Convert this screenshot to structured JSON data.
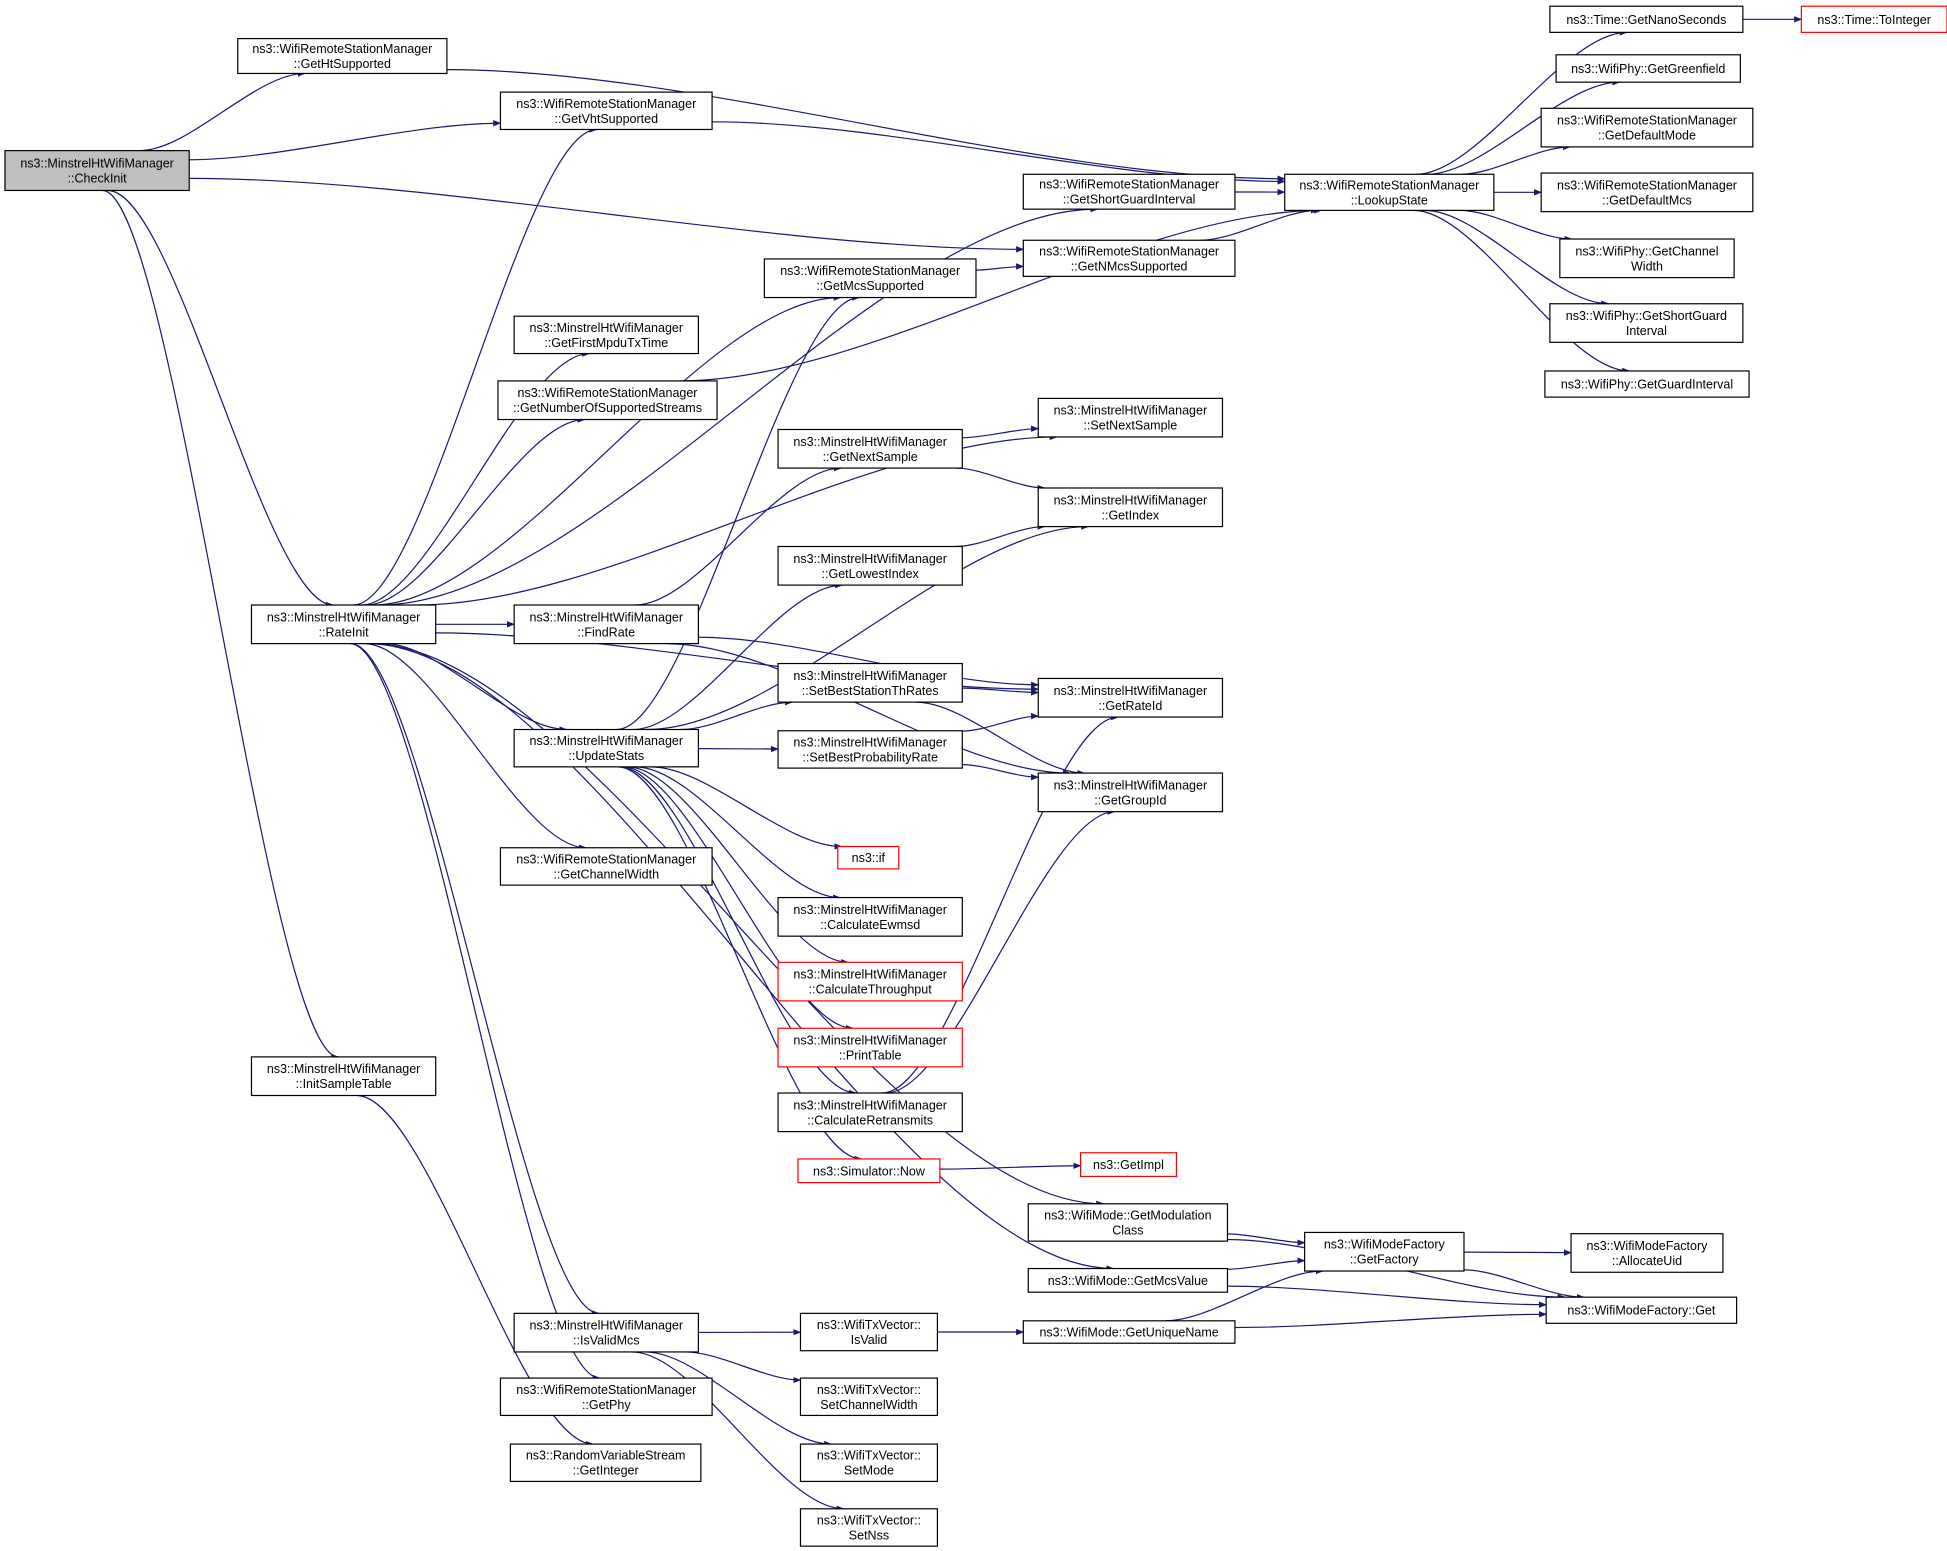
{
  "nodes": [
    {
      "id": "checkinit",
      "name": "node-checkinit",
      "lines": [
        "ns3::MinstrelHtWifiManager",
        "::CheckInit"
      ],
      "style": "root"
    },
    {
      "id": "getht",
      "name": "node-getht-supported",
      "lines": [
        "ns3::WifiRemoteStationManager",
        "::GetHtSupported"
      ]
    },
    {
      "id": "getvht",
      "name": "node-getvht-supported",
      "lines": [
        "ns3::WifiRemoteStationManager",
        "::GetVhtSupported"
      ]
    },
    {
      "id": "getsgi",
      "name": "node-getshortguardinterval",
      "lines": [
        "ns3::WifiRemoteStationManager",
        "::GetShortGuardInterval"
      ]
    },
    {
      "id": "lookup",
      "name": "node-lookupstate",
      "lines": [
        "ns3::WifiRemoteStationManager",
        "::LookupState"
      ]
    },
    {
      "id": "getnmcs",
      "name": "node-getnmcs-supported",
      "lines": [
        "ns3::WifiRemoteStationManager",
        "::GetNMcsSupported"
      ]
    },
    {
      "id": "getmcs",
      "name": "node-getmcs-supported",
      "lines": [
        "ns3::WifiRemoteStationManager",
        "::GetMcsSupported"
      ]
    },
    {
      "id": "getfirst",
      "name": "node-getfirstmpdutxtime",
      "lines": [
        "ns3::MinstrelHtWifiManager",
        "::GetFirstMpduTxTime"
      ]
    },
    {
      "id": "getnumstreams",
      "name": "node-getnumberofsupportedstreams",
      "lines": [
        "ns3::WifiRemoteStationManager",
        "::GetNumberOfSupportedStreams"
      ]
    },
    {
      "id": "setnext",
      "name": "node-setnextsample",
      "lines": [
        "ns3::MinstrelHtWifiManager",
        "::SetNextSample"
      ]
    },
    {
      "id": "getnext",
      "name": "node-getnextsample",
      "lines": [
        "ns3::MinstrelHtWifiManager",
        "::GetNextSample"
      ]
    },
    {
      "id": "getindex",
      "name": "node-getindex",
      "lines": [
        "ns3::MinstrelHtWifiManager",
        "::GetIndex"
      ]
    },
    {
      "id": "getlowest",
      "name": "node-getlowestindex",
      "lines": [
        "ns3::MinstrelHtWifiManager",
        "::GetLowestIndex"
      ]
    },
    {
      "id": "rateinit",
      "name": "node-rateinit",
      "lines": [
        "ns3::MinstrelHtWifiManager",
        "::RateInit"
      ]
    },
    {
      "id": "findrate",
      "name": "node-findrate",
      "lines": [
        "ns3::MinstrelHtWifiManager",
        "::FindRate"
      ]
    },
    {
      "id": "setbestth",
      "name": "node-setbeststationthrates",
      "lines": [
        "ns3::MinstrelHtWifiManager",
        "::SetBestStationThRates"
      ]
    },
    {
      "id": "getrateid",
      "name": "node-getrateid",
      "lines": [
        "ns3::MinstrelHtWifiManager",
        "::GetRateId"
      ]
    },
    {
      "id": "updatestats",
      "name": "node-updatestats",
      "lines": [
        "ns3::MinstrelHtWifiManager",
        "::UpdateStats"
      ]
    },
    {
      "id": "setbestprob",
      "name": "node-setbestprobabilityrate",
      "lines": [
        "ns3::MinstrelHtWifiManager",
        "::SetBestProbabilityRate"
      ]
    },
    {
      "id": "getgroupid",
      "name": "node-getgroupid",
      "lines": [
        "ns3::MinstrelHtWifiManager",
        "::GetGroupId"
      ]
    },
    {
      "id": "if",
      "name": "node-if",
      "lines": [
        "ns3::if"
      ],
      "style": "trunc"
    },
    {
      "id": "getchwidth",
      "name": "node-getchannelwidth",
      "lines": [
        "ns3::WifiRemoteStationManager",
        "::GetChannelWidth"
      ]
    },
    {
      "id": "ewmsd",
      "name": "node-calculateewmsd",
      "lines": [
        "ns3::MinstrelHtWifiManager",
        "::CalculateEwmsd"
      ]
    },
    {
      "id": "throughput",
      "name": "node-calculatethroughput",
      "lines": [
        "ns3::MinstrelHtWifiManager",
        "::CalculateThroughput"
      ],
      "style": "trunc"
    },
    {
      "id": "printtable",
      "name": "node-printtable",
      "lines": [
        "ns3::MinstrelHtWifiManager",
        "::PrintTable"
      ],
      "style": "trunc"
    },
    {
      "id": "retransmits",
      "name": "node-calculateretransmits",
      "lines": [
        "ns3::MinstrelHtWifiManager",
        "::CalculateRetransmits"
      ]
    },
    {
      "id": "initsample",
      "name": "node-initsampletable",
      "lines": [
        "ns3::MinstrelHtWifiManager",
        "::InitSampleTable"
      ]
    },
    {
      "id": "simnow",
      "name": "node-simulator-now",
      "lines": [
        "ns3::Simulator::Now"
      ],
      "style": "trunc"
    },
    {
      "id": "getimpl",
      "name": "node-getimpl",
      "lines": [
        "ns3::GetImpl"
      ],
      "style": "trunc"
    },
    {
      "id": "getmodclass",
      "name": "node-getmodulationclass",
      "lines": [
        "ns3::WifiMode::GetModulation",
        "Class"
      ]
    },
    {
      "id": "getfactory",
      "name": "node-getfactory",
      "lines": [
        "ns3::WifiModeFactory",
        "::GetFactory"
      ]
    },
    {
      "id": "allocuid",
      "name": "node-allocateuid",
      "lines": [
        "ns3::WifiModeFactory",
        "::AllocateUid"
      ]
    },
    {
      "id": "getmcsvalue",
      "name": "node-getmcsvalue",
      "lines": [
        "ns3::WifiMode::GetMcsValue"
      ]
    },
    {
      "id": "factoryget",
      "name": "node-wifimodefactory-get",
      "lines": [
        "ns3::WifiModeFactory::Get"
      ]
    },
    {
      "id": "isvalidmcs",
      "name": "node-isvalidmcs",
      "lines": [
        "ns3::MinstrelHtWifiManager",
        "::IsValidMcs"
      ]
    },
    {
      "id": "isvalid",
      "name": "node-txvector-isvalid",
      "lines": [
        "ns3::WifiTxVector::",
        "IsValid"
      ]
    },
    {
      "id": "getuniquename",
      "name": "node-getuniquename",
      "lines": [
        "ns3::WifiMode::GetUniqueName"
      ]
    },
    {
      "id": "getphy",
      "name": "node-getphy",
      "lines": [
        "ns3::WifiRemoteStationManager",
        "::GetPhy"
      ]
    },
    {
      "id": "setchwidth",
      "name": "node-txvector-setchannelwidth",
      "lines": [
        "ns3::WifiTxVector::",
        "SetChannelWidth"
      ]
    },
    {
      "id": "getinteger",
      "name": "node-getinteger",
      "lines": [
        "ns3::RandomVariableStream",
        "::GetInteger"
      ]
    },
    {
      "id": "setmode",
      "name": "node-txvector-setmode",
      "lines": [
        "ns3::WifiTxVector::",
        "SetMode"
      ]
    },
    {
      "id": "setnss",
      "name": "node-txvector-setnss",
      "lines": [
        "ns3::WifiTxVector::",
        "SetNss"
      ]
    },
    {
      "id": "getnanosec",
      "name": "node-getnanoseconds",
      "lines": [
        "ns3::Time::GetNanoSeconds"
      ]
    },
    {
      "id": "tointeger",
      "name": "node-tointeger",
      "lines": [
        "ns3::Time::ToInteger"
      ],
      "style": "trunc"
    },
    {
      "id": "getgreenfield",
      "name": "node-getgreenfield",
      "lines": [
        "ns3::WifiPhy::GetGreenfield"
      ]
    },
    {
      "id": "getdefmode",
      "name": "node-getdefaultmode",
      "lines": [
        "ns3::WifiRemoteStationManager",
        "::GetDefaultMode"
      ]
    },
    {
      "id": "getdefmcs",
      "name": "node-getdefaultmcs",
      "lines": [
        "ns3::WifiRemoteStationManager",
        "::GetDefaultMcs"
      ]
    },
    {
      "id": "phychwidth",
      "name": "node-wifiphy-getchannelwidth",
      "lines": [
        "ns3::WifiPhy::GetChannel",
        "Width"
      ]
    },
    {
      "id": "physgi",
      "name": "node-wifiphy-getshortguardinterval",
      "lines": [
        "ns3::WifiPhy::GetShortGuard",
        "Interval"
      ]
    },
    {
      "id": "phygi",
      "name": "node-wifiphy-getguardinterval",
      "lines": [
        "ns3::WifiPhy::GetGuardInterval"
      ]
    }
  ],
  "edges": [
    [
      "checkinit",
      "getht"
    ],
    [
      "checkinit",
      "getvht"
    ],
    [
      "checkinit",
      "getnmcs"
    ],
    [
      "checkinit",
      "rateinit"
    ],
    [
      "checkinit",
      "initsample"
    ],
    [
      "getht",
      "lookup"
    ],
    [
      "getvht",
      "lookup"
    ],
    [
      "getsgi",
      "lookup"
    ],
    [
      "getnmcs",
      "lookup"
    ],
    [
      "getnumstreams",
      "lookup"
    ],
    [
      "getmcs",
      "getnmcs"
    ],
    [
      "rateinit",
      "getvht"
    ],
    [
      "rateinit",
      "getsgi"
    ],
    [
      "rateinit",
      "getmcs"
    ],
    [
      "rateinit",
      "getfirst"
    ],
    [
      "rateinit",
      "getnumstreams"
    ],
    [
      "rateinit",
      "setnext"
    ],
    [
      "rateinit",
      "findrate"
    ],
    [
      "rateinit",
      "updatestats"
    ],
    [
      "rateinit",
      "getchwidth"
    ],
    [
      "rateinit",
      "getmodclass"
    ],
    [
      "rateinit",
      "getmcsvalue"
    ],
    [
      "rateinit",
      "isvalidmcs"
    ],
    [
      "rateinit",
      "getphy"
    ],
    [
      "rateinit",
      "getrateid"
    ],
    [
      "getnext",
      "setnext"
    ],
    [
      "getnext",
      "getindex"
    ],
    [
      "getlowest",
      "getindex"
    ],
    [
      "findrate",
      "getnext"
    ],
    [
      "findrate",
      "getrateid"
    ],
    [
      "findrate",
      "getgroupid"
    ],
    [
      "updatestats",
      "getmcs"
    ],
    [
      "updatestats",
      "getindex"
    ],
    [
      "updatestats",
      "getlowest"
    ],
    [
      "updatestats",
      "setbestth"
    ],
    [
      "updatestats",
      "setbestprob"
    ],
    [
      "updatestats",
      "if"
    ],
    [
      "updatestats",
      "ewmsd"
    ],
    [
      "updatestats",
      "throughput"
    ],
    [
      "updatestats",
      "printtable"
    ],
    [
      "updatestats",
      "retransmits"
    ],
    [
      "updatestats",
      "simnow"
    ],
    [
      "setbestth",
      "getrateid"
    ],
    [
      "setbestth",
      "getgroupid"
    ],
    [
      "setbestprob",
      "getrateid"
    ],
    [
      "setbestprob",
      "getgroupid"
    ],
    [
      "retransmits",
      "getrateid"
    ],
    [
      "retransmits",
      "getgroupid"
    ],
    [
      "initsample",
      "getinteger"
    ],
    [
      "simnow",
      "getimpl"
    ],
    [
      "getmodclass",
      "getfactory"
    ],
    [
      "getmodclass",
      "factoryget"
    ],
    [
      "getmcsvalue",
      "getfactory"
    ],
    [
      "getmcsvalue",
      "factoryget"
    ],
    [
      "getfactory",
      "allocuid"
    ],
    [
      "getfactory",
      "factoryget"
    ],
    [
      "getuniquename",
      "getfactory"
    ],
    [
      "getuniquename",
      "factoryget"
    ],
    [
      "isvalidmcs",
      "isvalid"
    ],
    [
      "isvalidmcs",
      "setchwidth"
    ],
    [
      "isvalidmcs",
      "setmode"
    ],
    [
      "isvalidmcs",
      "setnss"
    ],
    [
      "isvalid",
      "getuniquename"
    ],
    [
      "lookup",
      "getnanosec"
    ],
    [
      "lookup",
      "getgreenfield"
    ],
    [
      "lookup",
      "getdefmode"
    ],
    [
      "lookup",
      "getdefmcs"
    ],
    [
      "lookup",
      "phychwidth"
    ],
    [
      "lookup",
      "physgi"
    ],
    [
      "lookup",
      "phygi"
    ],
    [
      "getnanosec",
      "tointeger"
    ]
  ],
  "colors": {
    "edge": "#191970",
    "root_fill": "#bfbfbf",
    "truncated_border": "#ff0000",
    "border": "#000000",
    "background": "#ffffff"
  }
}
